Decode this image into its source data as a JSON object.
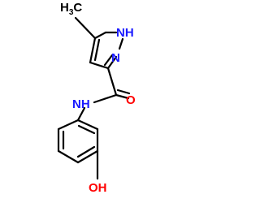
{
  "molecule": {
    "colors": {
      "bond": "#000000",
      "nitrogen": "#1a1aff",
      "oxygen": "#ff0000",
      "carbon_label": "#000000"
    },
    "labels": {
      "methyl_main": "H",
      "methyl_sub": "3",
      "methyl_c": "C",
      "ring_nh": "NH",
      "ring_n": "N",
      "amide_nh": "NH",
      "carbonyl_o": "O",
      "hydroxyl": "OH"
    }
  }
}
